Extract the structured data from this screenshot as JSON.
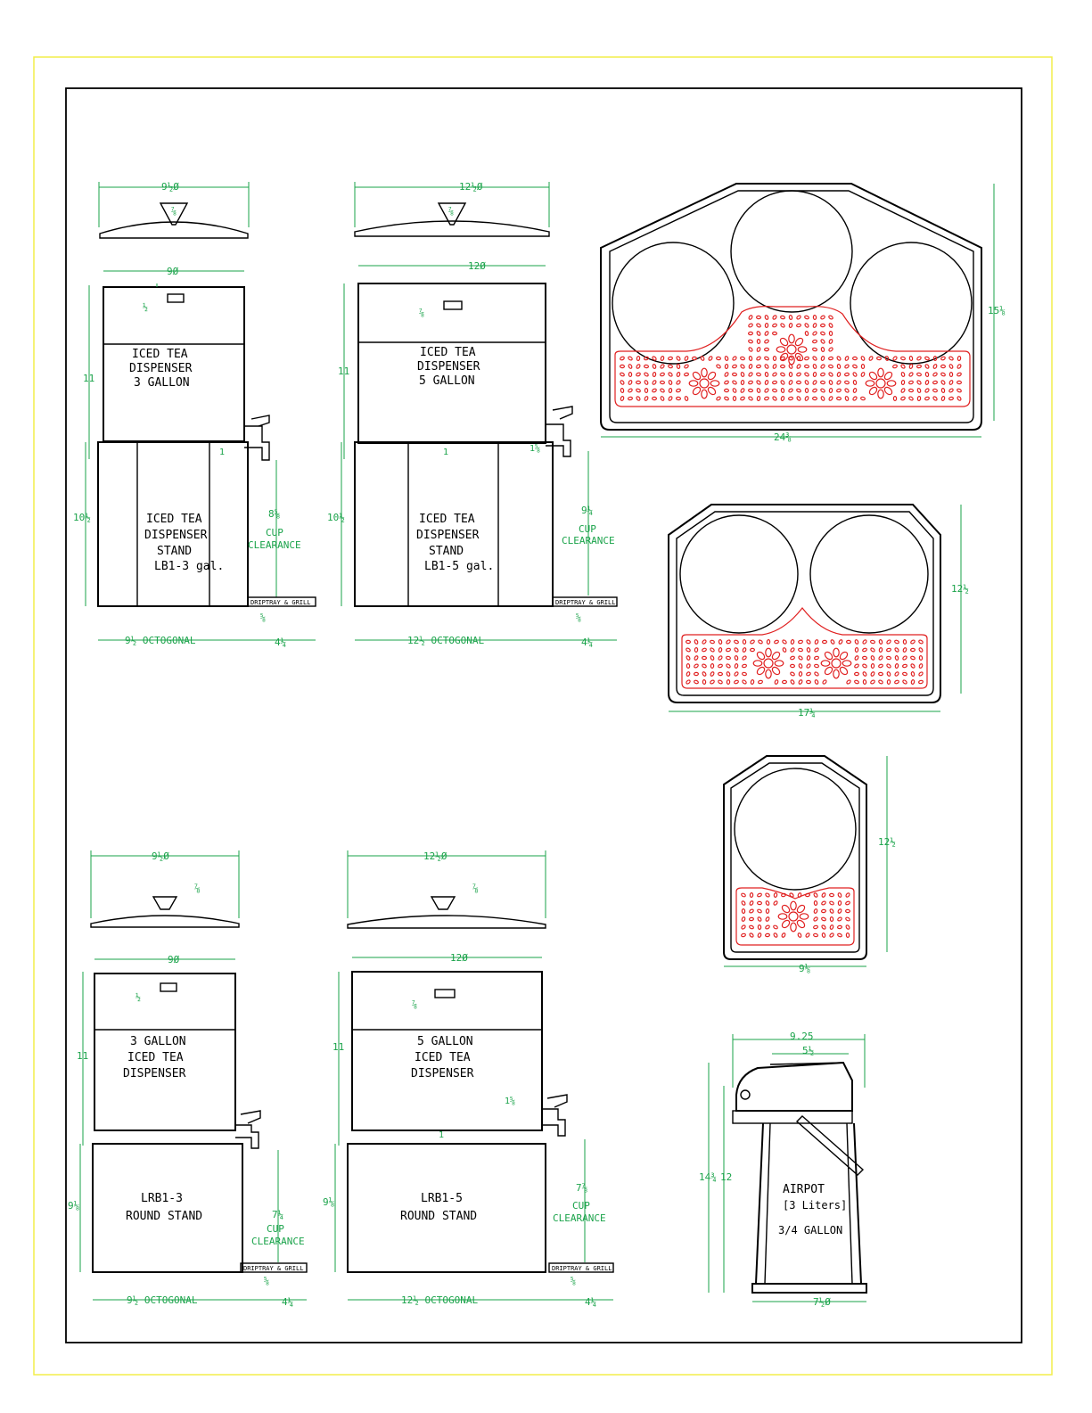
{
  "colors": {
    "frame": "#f2ee4a",
    "line": "#000000",
    "dimension": "#1aa34a",
    "tray": "#e02020"
  },
  "t1": {
    "lid_dim": "9½Ø",
    "lid_knob": "⅞",
    "body_dim": "9Ø",
    "top_off": "½",
    "height": "11",
    "body_label": [
      "ICED TEA",
      "DISPENSER",
      "3 GALLON"
    ],
    "stand_label": [
      "ICED TEA",
      "DISPENSER",
      "STAND",
      "LB1-3 gal."
    ],
    "stand_h": "10½",
    "cup": "8⅝",
    "cup_lbl": [
      "CUP",
      "CLEARANCE"
    ],
    "drip": "DRIPTRAY & GRILL",
    "drip_h": "⅝",
    "base": "9½ OCTOGONAL",
    "tray_w": "4¼",
    "small": "1"
  },
  "t2": {
    "lid_dim": "12½Ø",
    "lid_knob": "⅞",
    "body_dim": "12Ø",
    "top_off": "⅞",
    "height": "11",
    "body_label": [
      "ICED TEA",
      "DISPENSER",
      "5 GALLON"
    ],
    "stand_label": [
      "ICED TEA",
      "DISPENSER",
      "STAND",
      "LB1-5 gal."
    ],
    "stand_h": "10½",
    "cup": "9¼",
    "cup_lbl": [
      "CUP",
      "CLEARANCE"
    ],
    "drip": "DRIPTRAY & GRILL",
    "drip_h": "⅝",
    "base": "12½ OCTOGONAL",
    "tray_w": "4¼",
    "small": "1",
    "spig": "1⅝"
  },
  "b1": {
    "lid_dim": "9½Ø",
    "lid_knob": "⅞",
    "body_dim": "9Ø",
    "top_off": "½",
    "height": "11",
    "body_label": [
      "3 GALLON",
      "ICED TEA",
      "DISPENSER"
    ],
    "stand_label": [
      "LRB1-3",
      "ROUND STAND"
    ],
    "stand_h": "9⅛",
    "cup": "7¼",
    "cup_lbl": [
      "CUP",
      "CLEARANCE"
    ],
    "drip": "DRIPTRAY & GRILL",
    "drip_h": "⅝",
    "base": "9½ OCTOGONAL",
    "tray_w": "4¼"
  },
  "b2": {
    "lid_dim": "12½Ø",
    "lid_knob": "⅞",
    "body_dim": "12Ø",
    "top_off": "⅞",
    "height": "11",
    "body_label": [
      "5 GALLON",
      "ICED TEA",
      "DISPENSER"
    ],
    "stand_label": [
      "LRB1-5",
      "ROUND STAND"
    ],
    "stand_h": "9⅛",
    "cup": "7⅞",
    "cup_lbl": [
      "CUP",
      "CLEARANCE"
    ],
    "drip": "DRIPTRAY & GRILL",
    "drip_h": "⅝",
    "base": "12½ OCTOGONAL",
    "tray_w": "4¼",
    "small": "1",
    "spig": "1⅝"
  },
  "tray3": {
    "height": "15⅛",
    "width": "24⅜"
  },
  "tray2": {
    "height": "12½",
    "width": "17¼"
  },
  "tray1": {
    "height": "12½",
    "width": "9⅛"
  },
  "airpot": {
    "top_w": "9.25",
    "head_w": "5½",
    "total_h": "14¾",
    "body_h": "12",
    "base_w": "7½Ø",
    "label": [
      "AIRPOT",
      "[3 Liters]",
      "3/4 GALLON"
    ]
  }
}
